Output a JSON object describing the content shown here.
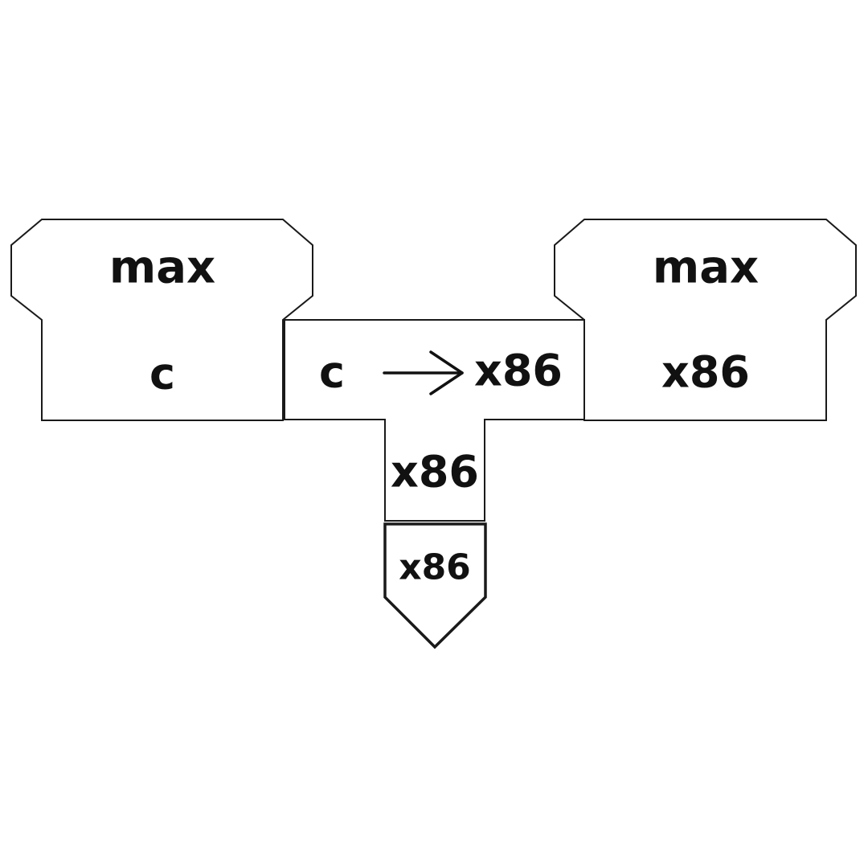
{
  "left_block": {
    "top_label": "max",
    "bottom_label": "c"
  },
  "middle_block": {
    "left_label": "c",
    "right_label": "x86",
    "stem_label": "x86"
  },
  "right_block": {
    "top_label": "max",
    "bottom_label": "x86"
  },
  "output_block": {
    "label": "x86"
  },
  "colors": {
    "stroke": "#1a1a1a",
    "fill": "#ffffff",
    "text": "#111111"
  }
}
